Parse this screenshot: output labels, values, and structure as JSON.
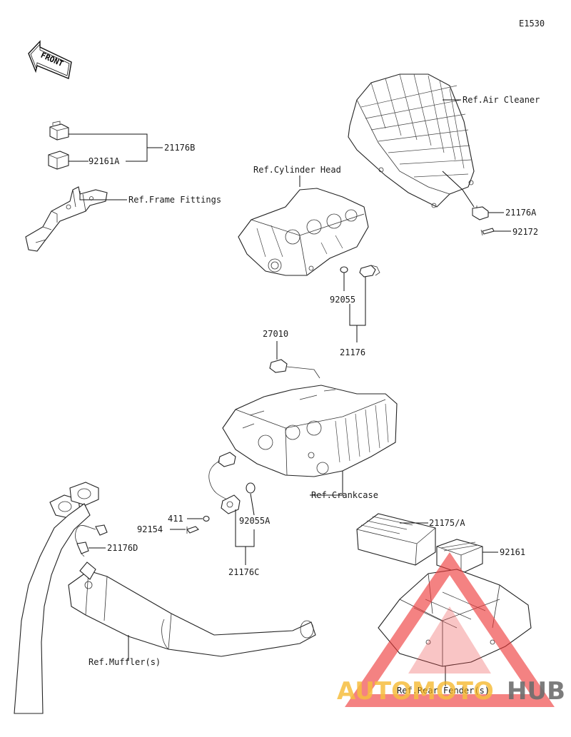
{
  "diagram_code": "E1530",
  "front_badge": "FRONT",
  "labels": {
    "p21176B": "21176B",
    "p92161A": "92161A",
    "ref_frame": "Ref.Frame Fittings",
    "ref_air": "Ref.Air Cleaner",
    "ref_cyl": "Ref.Cylinder Head",
    "p21176A": "21176A",
    "p92172": "92172",
    "p92055": "92055",
    "p21176": "21176",
    "p27010": "27010",
    "ref_crank": "Ref.Crankcase",
    "p411": "411",
    "p92154": "92154",
    "p92055A": "92055A",
    "p21176D": "21176D",
    "p21176C": "21176C",
    "p21175A": "21175/A",
    "p92161": "92161",
    "ref_muffler": "Ref.Muffler(s)",
    "ref_fender": "Ref.Rear Fender(s)"
  },
  "watermark": {
    "part1": "AUTOMOTO",
    "part2": "HUB",
    "color1": "#f5b21c",
    "color2": "#555555",
    "triangle": "#ee3b3b"
  }
}
